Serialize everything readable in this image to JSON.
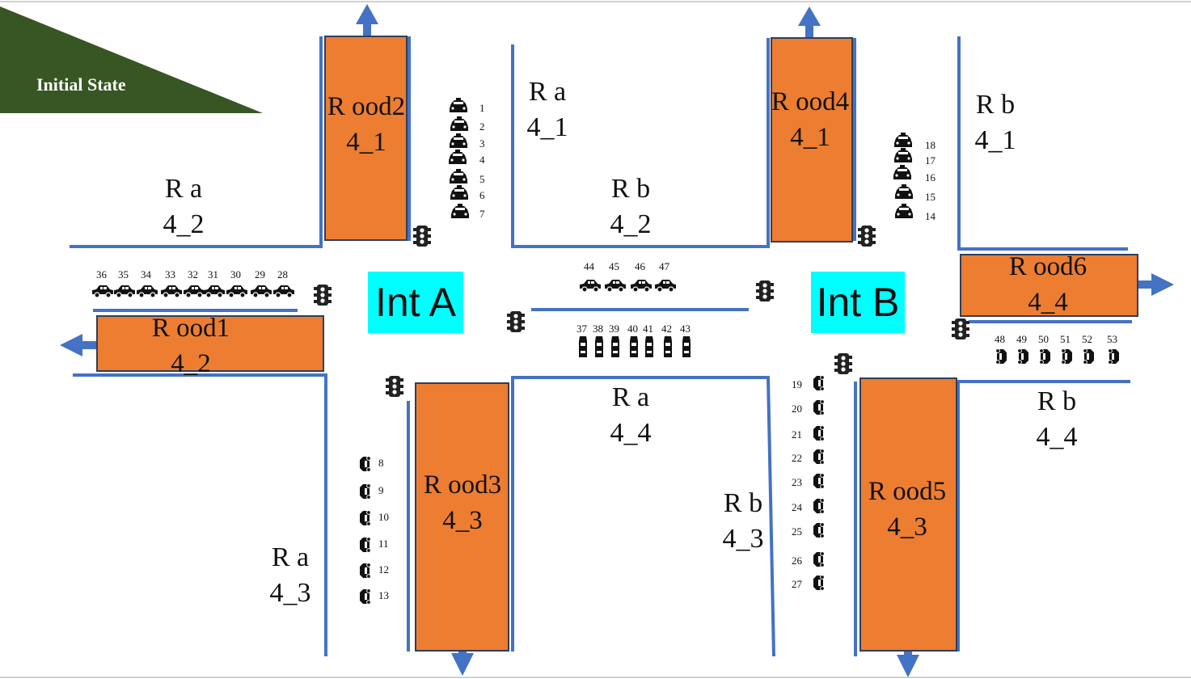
{
  "banner": {
    "text": "Initial State",
    "color": "#375623"
  },
  "colors": {
    "road": "#4472c4",
    "link": "#ed7d31",
    "intersection": "#00ffff"
  },
  "intersections": [
    {
      "id": "A",
      "label": "Int A"
    },
    {
      "id": "B",
      "label": "Int B"
    }
  ],
  "links": [
    {
      "id": "rood1",
      "line1": "R ood1",
      "line2": "4_2"
    },
    {
      "id": "rood2",
      "line1": "R ood2",
      "line2": "4_1"
    },
    {
      "id": "rood3",
      "line1": "R ood3",
      "line2": "4_3"
    },
    {
      "id": "rood4",
      "line1": "R ood4",
      "line2": "4_1"
    },
    {
      "id": "rood5",
      "line1": "R ood5",
      "line2": "4_3"
    },
    {
      "id": "rood6",
      "line1": "R ood6",
      "line2": "4_4"
    }
  ],
  "roads": [
    {
      "id": "ra-4-2",
      "line1": "R a",
      "line2": "4_2"
    },
    {
      "id": "ra-4-1",
      "line1": "R a",
      "line2": "4_1"
    },
    {
      "id": "rb-4-2",
      "line1": "R b",
      "line2": "4_2"
    },
    {
      "id": "rb-4-1",
      "line1": "R b",
      "line2": "4_1"
    },
    {
      "id": "ra-4-4",
      "line1": "R a",
      "line2": "4_4"
    },
    {
      "id": "rb-4-4",
      "line1": "R b",
      "line2": "4_4"
    },
    {
      "id": "rb-4-3",
      "line1": "R b",
      "line2": "4_3"
    },
    {
      "id": "ra-4-3",
      "line1": "R a",
      "line2": "4_3"
    }
  ],
  "vehicles": {
    "group_a_north": [
      "1",
      "2",
      "3",
      "4",
      "5",
      "6",
      "7"
    ],
    "group_a_south": [
      "8",
      "9",
      "10",
      "11",
      "12",
      "13"
    ],
    "group_b_north": [
      "18",
      "17",
      "16",
      "15",
      "14"
    ],
    "group_b_south": [
      "19",
      "20",
      "21",
      "22",
      "23",
      "24",
      "25",
      "26",
      "27"
    ],
    "group_a_west": [
      "36",
      "35",
      "34",
      "33",
      "32",
      "31",
      "30",
      "29",
      "28"
    ],
    "group_mid_west": [
      "37",
      "38",
      "39",
      "40",
      "41",
      "42",
      "43"
    ],
    "group_mid_east": [
      "44",
      "45",
      "46",
      "47"
    ],
    "group_b_east": [
      "48",
      "49",
      "50",
      "51",
      "52",
      "53"
    ]
  }
}
